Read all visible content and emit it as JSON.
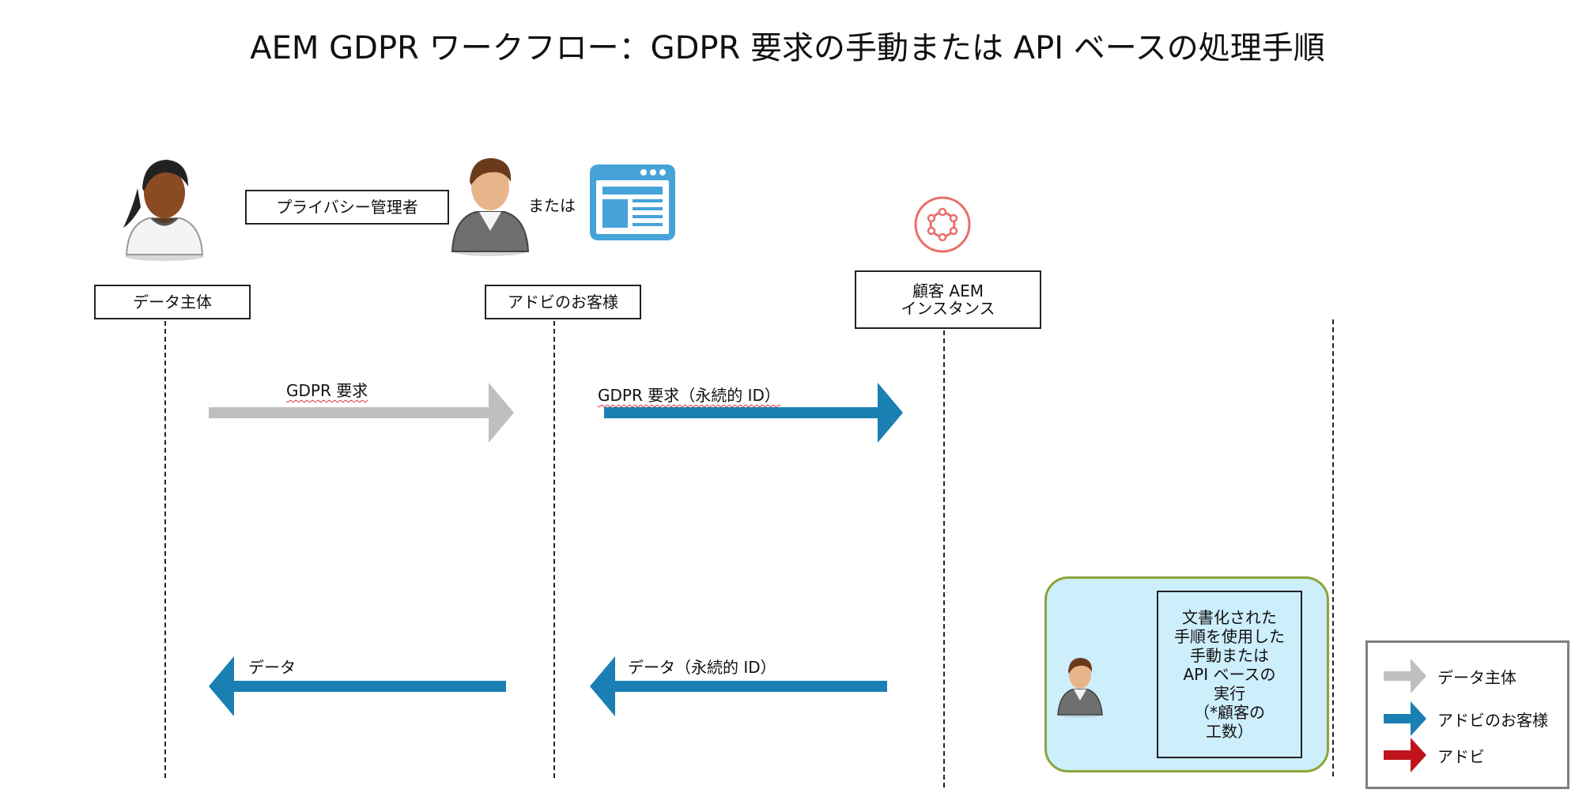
{
  "title": "AEM GDPR ワークフロー：GDPR 要求の手動または API ベースの処理手順",
  "actors": {
    "data_subject": "データ主体",
    "privacy_admin": "プライバシー管理者",
    "or_label": "または",
    "customer": "アドビのお客様",
    "aem_instance_line1": "顧客 AEM",
    "aem_instance_line2": "インスタンス"
  },
  "messages": {
    "gdpr_request": "GDPR 要求",
    "gdpr_request_id": "GDPR 要求（永続的 ID）",
    "data_id": "データ（永続的 ID）",
    "data": "データ"
  },
  "process_box": {
    "lines": [
      "文書化された",
      "手順を使用した",
      "手動または",
      "API ベースの",
      "実行",
      "（*顧客の",
      "工数）"
    ]
  },
  "legend": {
    "items": [
      {
        "label": "データ主体",
        "color": "#bfbfbf"
      },
      {
        "label": "アドビのお客様",
        "color": "#1a7fb2"
      },
      {
        "label": "アドビ",
        "color": "#c0141c"
      }
    ]
  },
  "colors": {
    "subject_arrow": "#bfbfbf",
    "customer_arrow": "#1a7fb2",
    "adobe_arrow": "#c0141c",
    "panel_fill": "#cdeefb",
    "panel_border": "#8aa53a",
    "aem_logo": "#e8706a"
  }
}
